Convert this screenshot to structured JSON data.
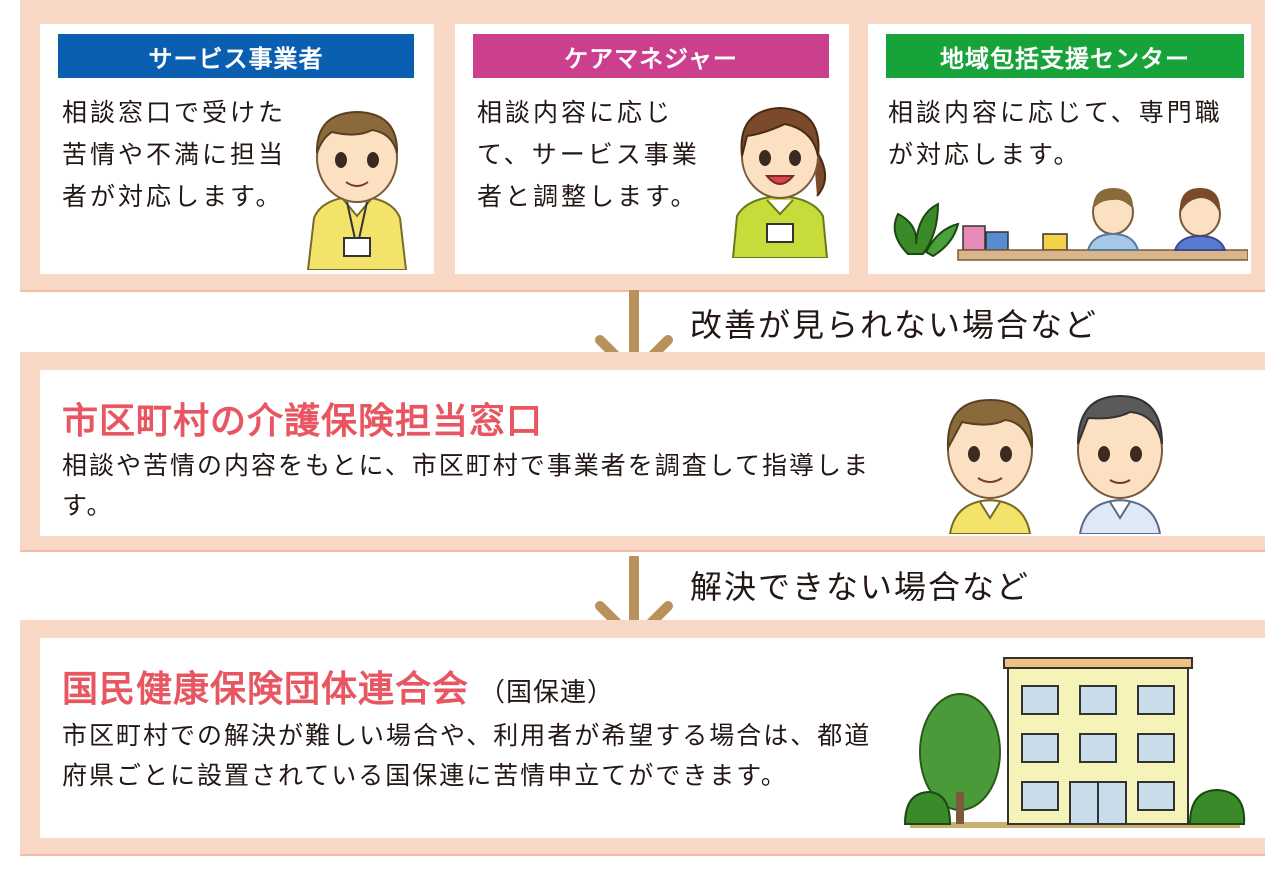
{
  "top_cards": [
    {
      "tag": "サービス事業者",
      "text": "相談窓口で受けた苦情や不満に担当者が対応します。",
      "color": "#0a5fb0"
    },
    {
      "tag": "ケアマネジャー",
      "text": "相談内容に応じて、サービス事業者と調整します。",
      "color": "#cc3f8c"
    },
    {
      "tag": "地域包括支援センター",
      "text": "相談内容に応じて、専門職が対応します。",
      "color": "#17a33a"
    }
  ],
  "arrows": [
    {
      "label": "改善が見られない場合など"
    },
    {
      "label": "解決できない場合など"
    }
  ],
  "municipal": {
    "title": "市区町村の介護保険担当窓口",
    "text": "相談や苦情の内容をもとに、市区町村で事業者を調査して指導します。"
  },
  "kokuho": {
    "title": "国民健康保険団体連合会",
    "subtitle": "（国保連）",
    "text": "市区町村での解決が難しい場合や、利用者が希望する場合は、都道府県ごとに設置されている国保連に苦情申立てができます。"
  },
  "colors": {
    "band": "#f8d7c4",
    "arrow": "#b8925a",
    "heading": "#e85761"
  },
  "icons": [
    "staff-man-illustration",
    "care-manager-woman-illustration",
    "support-center-counter-illustration",
    "municipal-staff-illustration",
    "building-with-trees-illustration",
    "down-arrow-icon"
  ]
}
